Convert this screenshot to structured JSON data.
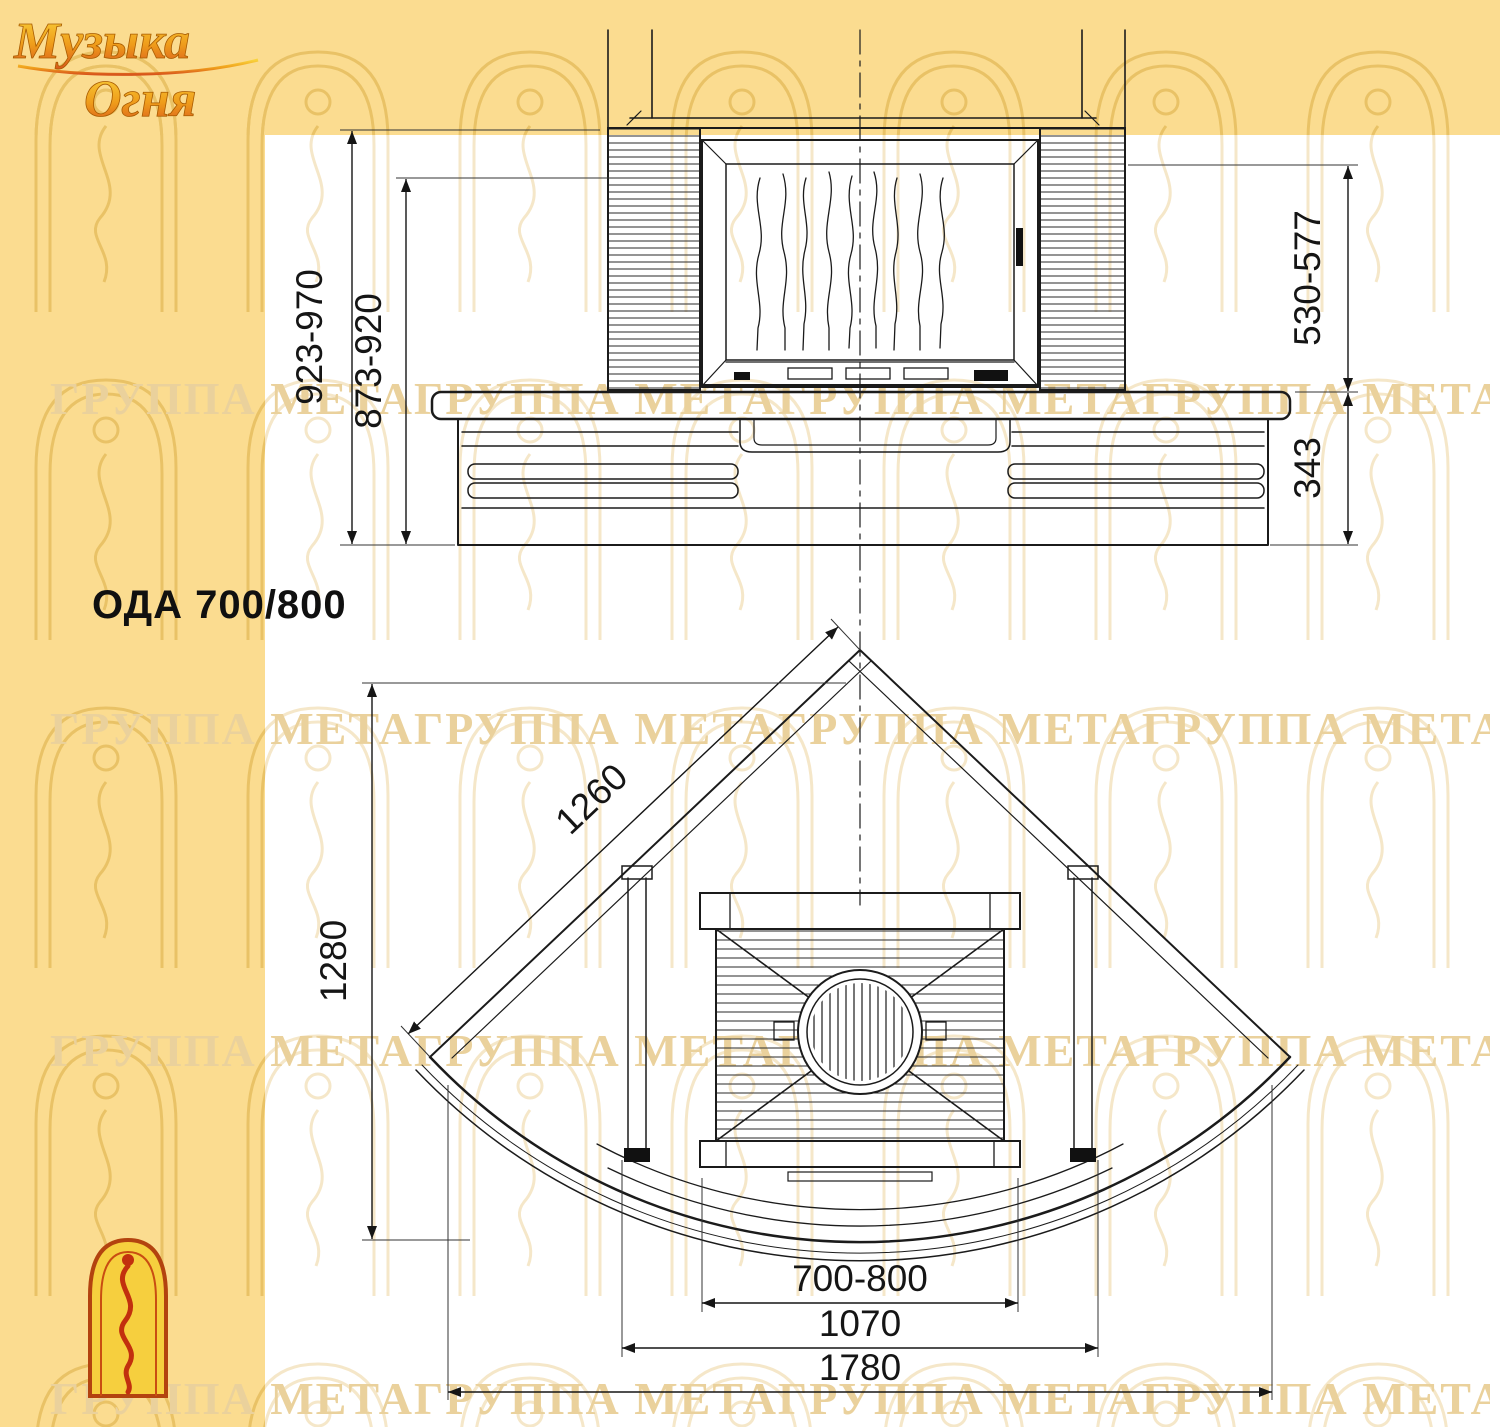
{
  "brand": {
    "name_line1": "Музыка",
    "name_line2": "Огня"
  },
  "watermark_text": "ГРУППА МЕТАГРУППА МЕТАГРУППА МЕТАГРУППА МЕТАГРУППА МЕТА",
  "model": {
    "title": "ОДА 700/800"
  },
  "front_view": {
    "height_total": "923-970",
    "height_inner": "873-920",
    "height_opening": "530-577",
    "height_base": "343"
  },
  "plan_view": {
    "edge_length": "1260",
    "depth": "1280",
    "opening_width": "700-800",
    "mid_width": "1070",
    "total_width": "1780"
  },
  "colors": {
    "band_yellow": "#fbdc90",
    "logo_gold": "#efa11c",
    "line": "#1b1b1b",
    "watermark": "#ead19c"
  }
}
